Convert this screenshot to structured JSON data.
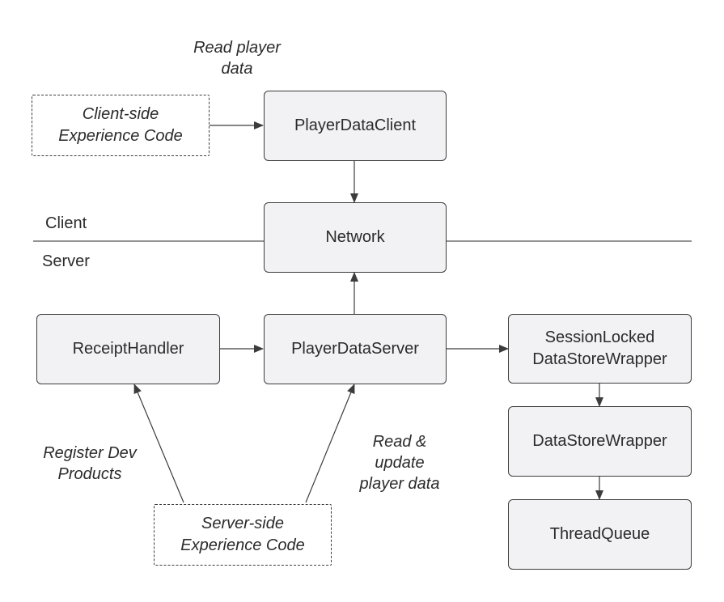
{
  "zones": {
    "client": "Client",
    "server": "Server"
  },
  "nodes": {
    "client_code": "Client-side\nExperience Code",
    "player_data_client": "PlayerDataClient",
    "network": "Network",
    "receipt_handler": "ReceiptHandler",
    "player_data_server": "PlayerDataServer",
    "session_locked_wrapper": "SessionLocked\nDataStoreWrapper",
    "data_store_wrapper": "DataStoreWrapper",
    "thread_queue": "ThreadQueue",
    "server_code": "Server-side\nExperience Code"
  },
  "edge_labels": {
    "read_player_data": "Read player\ndata",
    "register_dev_products": "Register Dev\nProducts",
    "read_update_player_data": "Read &\nupdate\nplayer data"
  },
  "colors": {
    "node_fill": "#f2f2f4",
    "stroke": "#3c3c3c",
    "text": "#2b2b2b"
  }
}
